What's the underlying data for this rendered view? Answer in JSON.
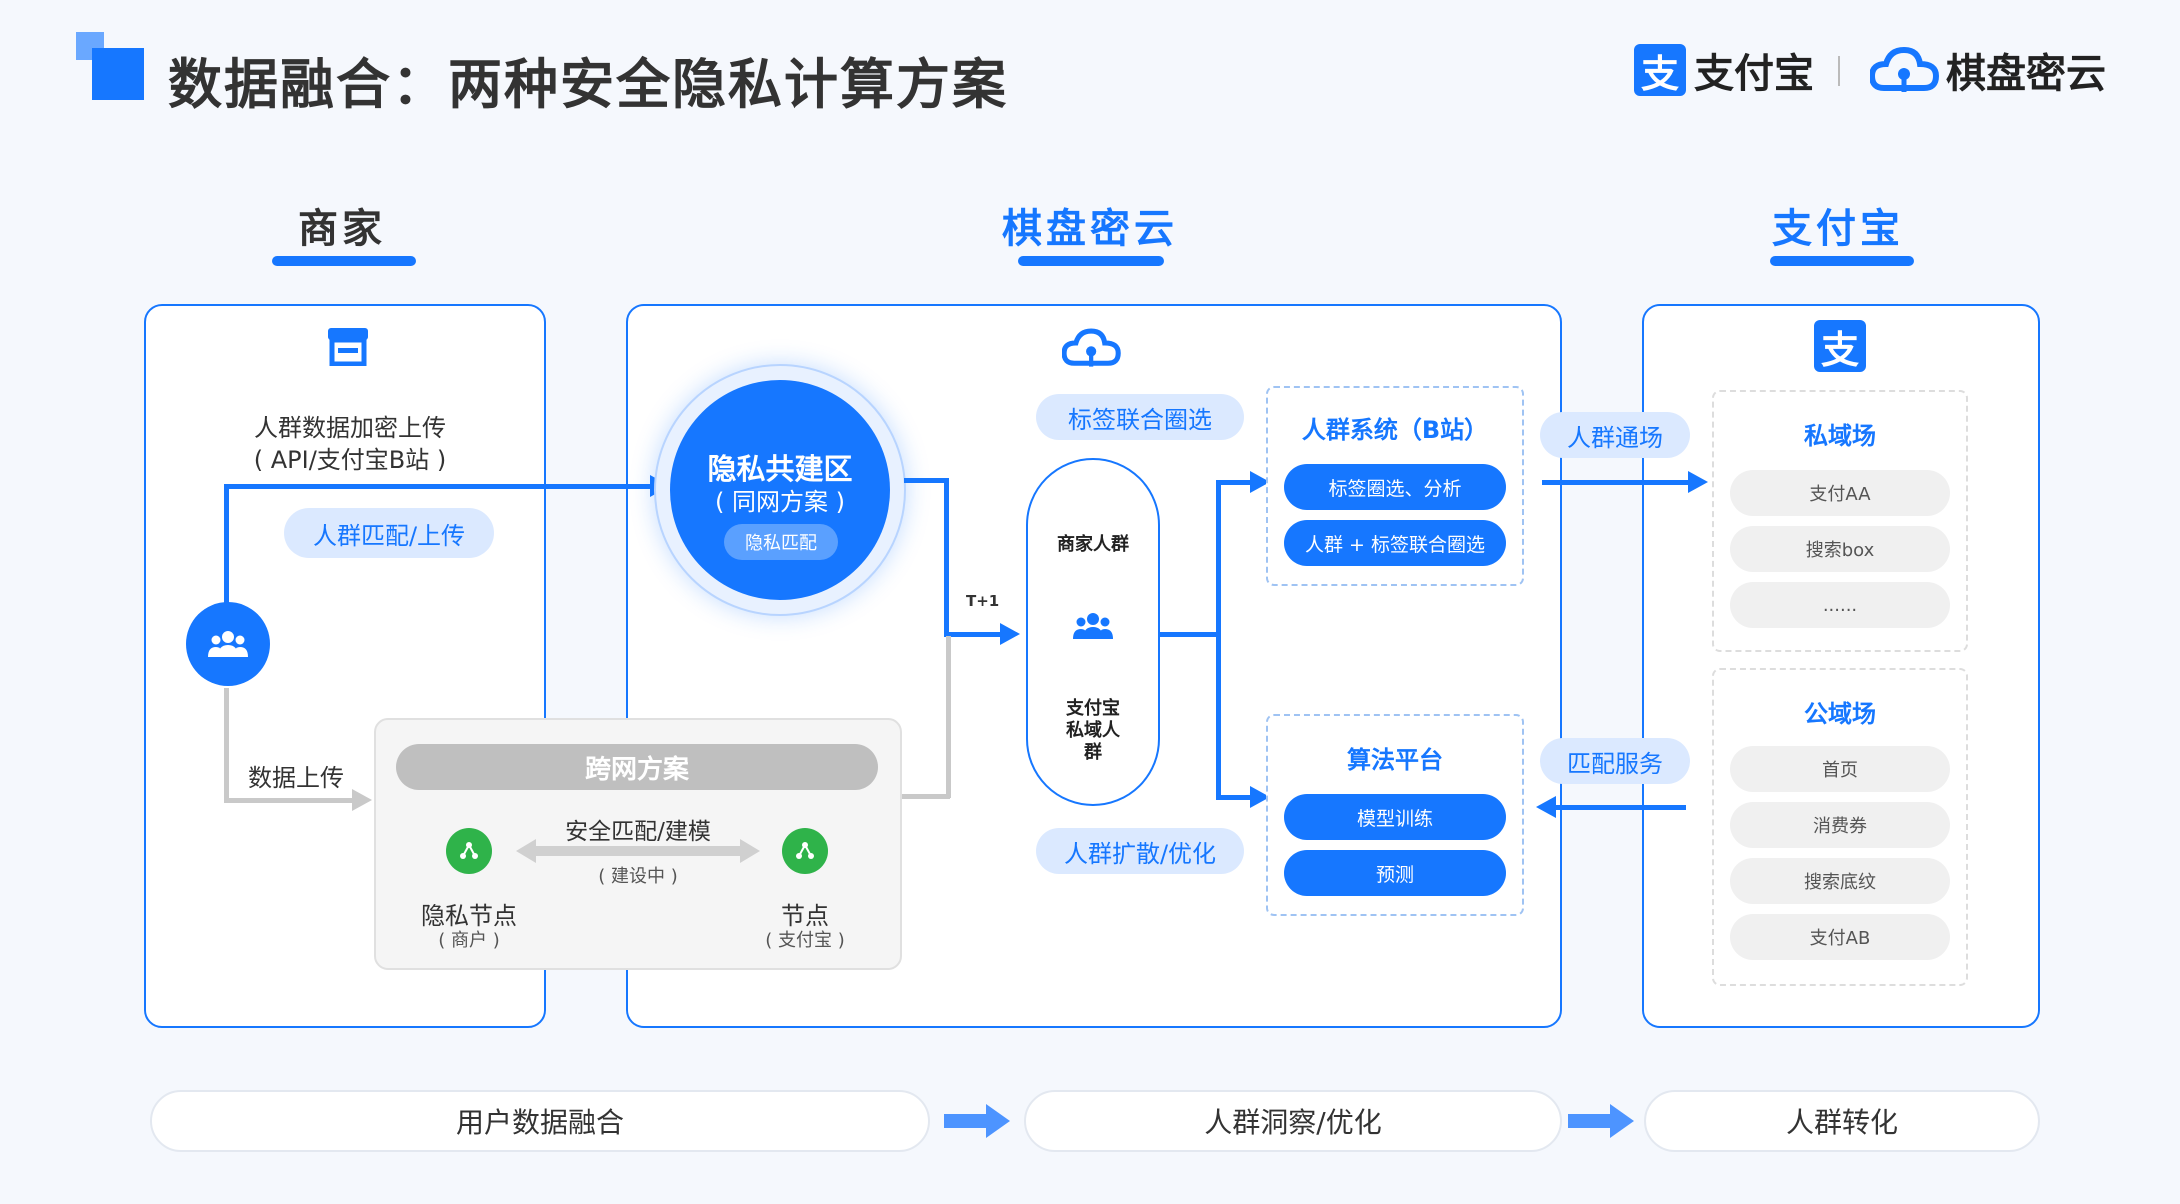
{
  "header": {
    "title": "数据融合：两种安全隐私计算方案",
    "brand_alipay_mark": "支",
    "brand_alipay": "支付宝",
    "brand_qipan": "棋盘密云"
  },
  "columns": {
    "merchant": {
      "title": "商家"
    },
    "qipan": {
      "title": "棋盘密云"
    },
    "alipay": {
      "title": "支付宝",
      "mark": "支"
    }
  },
  "merchant": {
    "upload_line1": "人群数据加密上传",
    "upload_line2": "( API/支付宝B站 )",
    "match_upload": "人群匹配/上传",
    "data_upload": "数据上传"
  },
  "cross_net": {
    "title": "跨网方案",
    "secure_match": "安全匹配/建模",
    "building": "( 建设中 )",
    "left_node": "隐私节点",
    "left_node_sub": "( 商户 )",
    "right_node": "节点",
    "right_node_sub": "( 支付宝 )"
  },
  "privacy_zone": {
    "title": "隐私共建区",
    "subtitle": "( 同网方案 )",
    "tag": "隐私匹配"
  },
  "flow": {
    "t_plus_1": "T+1",
    "tag_joint": "标签联合圈选",
    "crowd_expand": "人群扩散/优化",
    "capsule_top": "商家人群",
    "capsule_bottom": "支付宝私域人群"
  },
  "crowd_system": {
    "title": "人群系统（B站）",
    "btn1": "标签圈选、分析",
    "btn2": "人群 + 标签联合圈选"
  },
  "algo": {
    "title": "算法平台",
    "btn1": "模型训练",
    "btn2": "预测"
  },
  "links": {
    "crowd_pass": "人群通场",
    "match_service": "匹配服务"
  },
  "private_field": {
    "title": "私域场",
    "items": [
      "支付AA",
      "搜索box",
      "......"
    ]
  },
  "public_field": {
    "title": "公域场",
    "items": [
      "首页",
      "消费券",
      "搜索底纹",
      "支付AB"
    ]
  },
  "bottom": {
    "step1": "用户数据融合",
    "step2": "人群洞察/优化",
    "step3": "人群转化"
  },
  "colors": {
    "primary": "#1677ff",
    "light": "#dbe9ff",
    "green": "#2fb34a",
    "grey": "#c9c9c9"
  }
}
